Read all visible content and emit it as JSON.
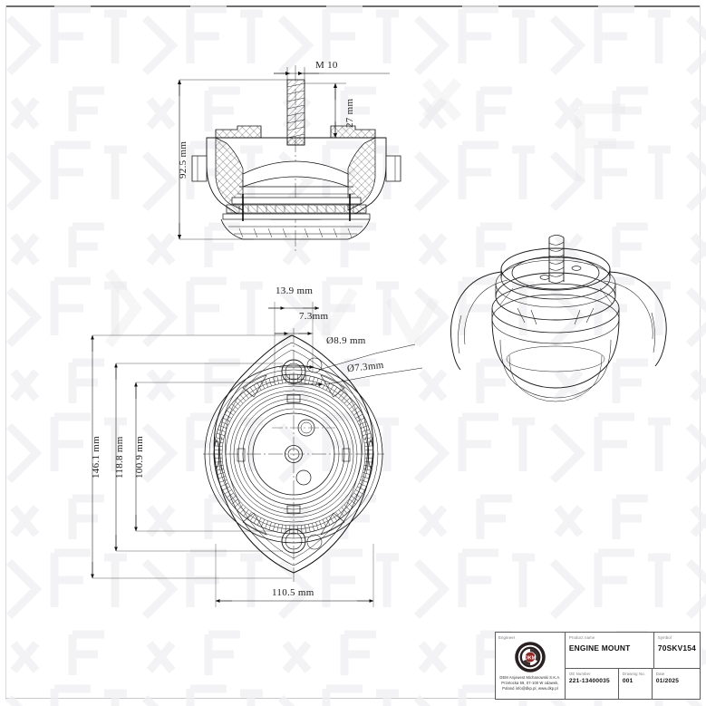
{
  "document": {
    "type": "technical-drawing",
    "subject": "ENGINE MOUNT cross-section, bottom view and isometric view"
  },
  "views": {
    "section": {
      "name": "cross-section-view"
    },
    "bottom": {
      "name": "bottom-view"
    },
    "isometric": {
      "name": "isometric-3d-view"
    }
  },
  "dimensions": {
    "thread_callout": "M 10",
    "stud_length": "27 mm",
    "overall_height": "92.5 mm",
    "hole_offset_outer": "13.9 mm",
    "hole_offset_inner": "7.3mm",
    "hole_dia_large": "Ø8.9 mm",
    "hole_dia_small": "Ø7.3mm",
    "height_overall": "146.1 mm",
    "height_mid": "118.8 mm",
    "height_inner": "100.9 mm",
    "width_overall": "110.5 mm"
  },
  "title_block": {
    "supplier_label": "Engineer",
    "company_address": "DEM Anjowest Michanowski S.K.A.\nPrzetocka 59, 07-100 W odawek, Poland\ninfo@dkp.pl, www.dkp.pl",
    "product_label": "Product name",
    "product_name": "ENGINE MOUNT",
    "symbol_label": "Symbol",
    "symbol": "70SKV154",
    "partno_label": "OE Number",
    "partno": "221-13400035",
    "drawno_label": "Drawing No.",
    "drawno": "001",
    "date_label": "Date",
    "date": "01/2025"
  },
  "colors": {
    "line": "#1a1a1a",
    "frame": "#6f6f72",
    "watermark": "#efeff1"
  }
}
